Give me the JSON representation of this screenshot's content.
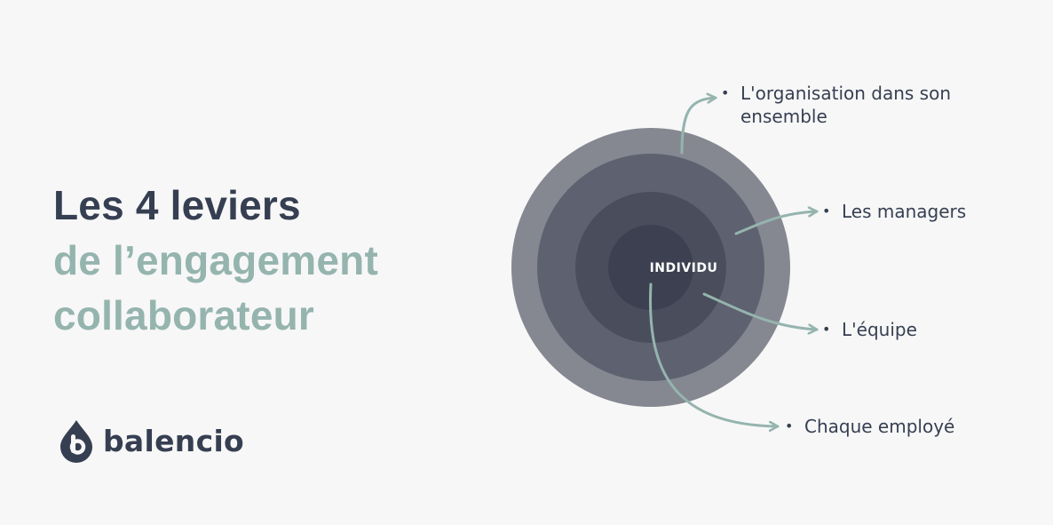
{
  "headline": {
    "line1": "Les 4 leviers",
    "line2": "de l’engagement",
    "line3": "collaborateur"
  },
  "brand": {
    "name": "balencio",
    "logo_icon": "balencio-drop-icon"
  },
  "diagram": {
    "center_label": "INDIVIDU",
    "bullet_char": "•",
    "levers": [
      {
        "text": "L'organisation dans son",
        "text_cont": "ensemble"
      },
      {
        "text": "Les managers"
      },
      {
        "text": "L'équipe"
      },
      {
        "text": "Chaque employé"
      }
    ]
  },
  "colors": {
    "background": "#f7f7f7",
    "heading_dark": "#363f52",
    "heading_teal": "#95b4ae",
    "arrow": "#95b4ae",
    "circle_outer": "#858891",
    "circle_2": "#5e6270",
    "circle_3": "#4a4e5c",
    "circle_inner": "#3c4050"
  }
}
